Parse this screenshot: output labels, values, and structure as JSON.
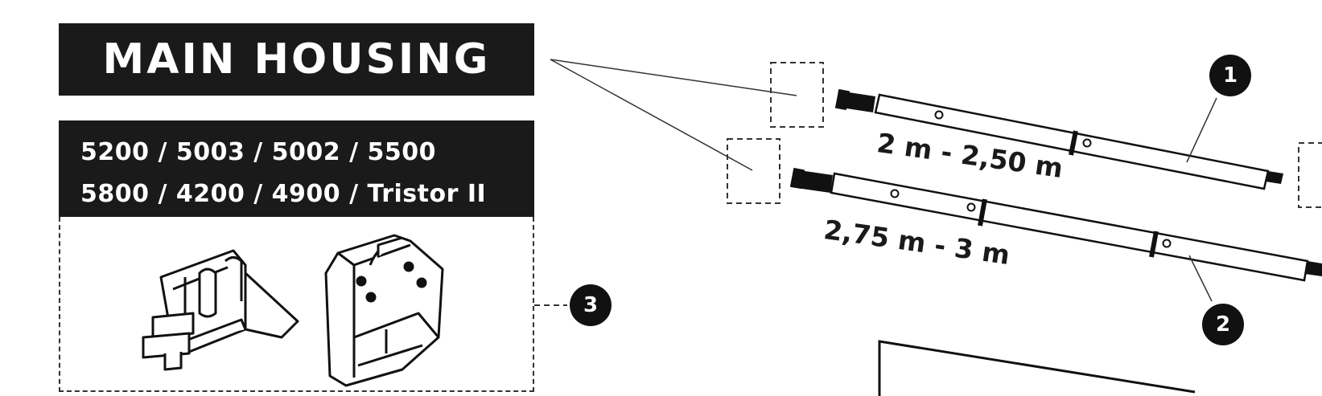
{
  "main_housing": {
    "title": "MAIN HOUSING",
    "models_line1": "5200 / 5003 / 5002 / 5500",
    "models_line2": "5800 / 4200 / 4900 / Tristor II"
  },
  "arms": {
    "arm1_length": "2 m - 2,50 m",
    "arm2_length": "2,75 m - 3 m"
  },
  "callouts": {
    "one": "1",
    "two": "2",
    "three": "3"
  },
  "colors": {
    "ink": "#1a1a1a",
    "paper": "#ffffff"
  }
}
